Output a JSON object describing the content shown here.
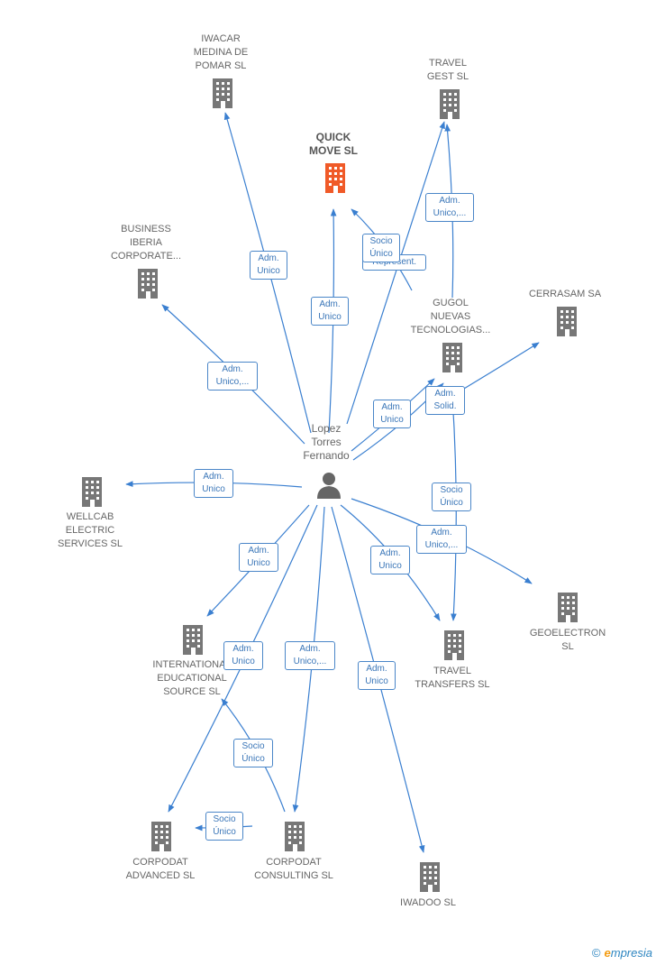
{
  "colors": {
    "link": "#3a7fd0",
    "building": "#7a7a7a",
    "highlight": "#f05a28"
  },
  "center": {
    "label": "Lopez\nTorres\nFernando"
  },
  "nodes": [
    {
      "id": "iwacar",
      "label": "IWACAR\nMEDINA DE\nPOMAR  SL",
      "highlight": false
    },
    {
      "id": "travel_gest",
      "label": "TRAVEL\nGEST  SL",
      "highlight": false
    },
    {
      "id": "quick_move",
      "label": "QUICK\nMOVE  SL",
      "highlight": true
    },
    {
      "id": "business_iberia",
      "label": "BUSINESS\nIBERIA\nCORPORATE...",
      "highlight": false
    },
    {
      "id": "gugol",
      "label": "GUGOL\nNUEVAS\nTECNOLOGIAS...",
      "highlight": false
    },
    {
      "id": "cerrasam",
      "label": "CERRASAM SA",
      "highlight": false
    },
    {
      "id": "wellcab",
      "label": "WELLCAB\nELECTRIC\nSERVICES  SL",
      "highlight": false
    },
    {
      "id": "international",
      "label": "INTERNATIONAL\nEDUCATIONAL\nSOURCE SL",
      "highlight": false
    },
    {
      "id": "travel_transfers",
      "label": "TRAVEL\nTRANSFERS SL",
      "highlight": false
    },
    {
      "id": "geoelectron",
      "label": "GEOELECTRON\nSL",
      "highlight": false
    },
    {
      "id": "corpodat_advanced",
      "label": "CORPODAT\nADVANCED SL",
      "highlight": false
    },
    {
      "id": "corpodat_consulting",
      "label": "CORPODAT\nCONSULTING SL",
      "highlight": false
    },
    {
      "id": "iwadoo",
      "label": "IWADOO SL",
      "highlight": false
    }
  ],
  "edge_labels": {
    "iwacar": "Adm.\nUnico",
    "travel_gest_a": "Adm.\nUnico,...",
    "quick_move_socio": "Socio\nÚnico",
    "quick_move_repr": "Represent.",
    "quick_move_adm": "Adm.\nUnico",
    "business_iberia": "Adm.\nUnico,...",
    "gugol_adm": "Adm.\nUnico",
    "gugol_solid": "Adm.\nSolid.",
    "travel_transfers_socio": "Socio\nÚnico",
    "wellcab": "Adm.\nUnico",
    "international": "Adm.\nUnico",
    "geoelectron": "Adm.\nUnico,...",
    "travel_transfers_adm": "Adm.\nUnico",
    "corpodat_advanced_adm": "Adm.\nUnico",
    "corpodat_consulting_adm": "Adm.\nUnico,...",
    "iwadoo": "Adm.\nUnico",
    "corpodat_socio_a": "Socio\nÚnico",
    "corpodat_socio_b": "Socio\nÚnico"
  },
  "brand": {
    "copyright": "©",
    "name_initial": "e",
    "name_rest": "mpresia"
  }
}
